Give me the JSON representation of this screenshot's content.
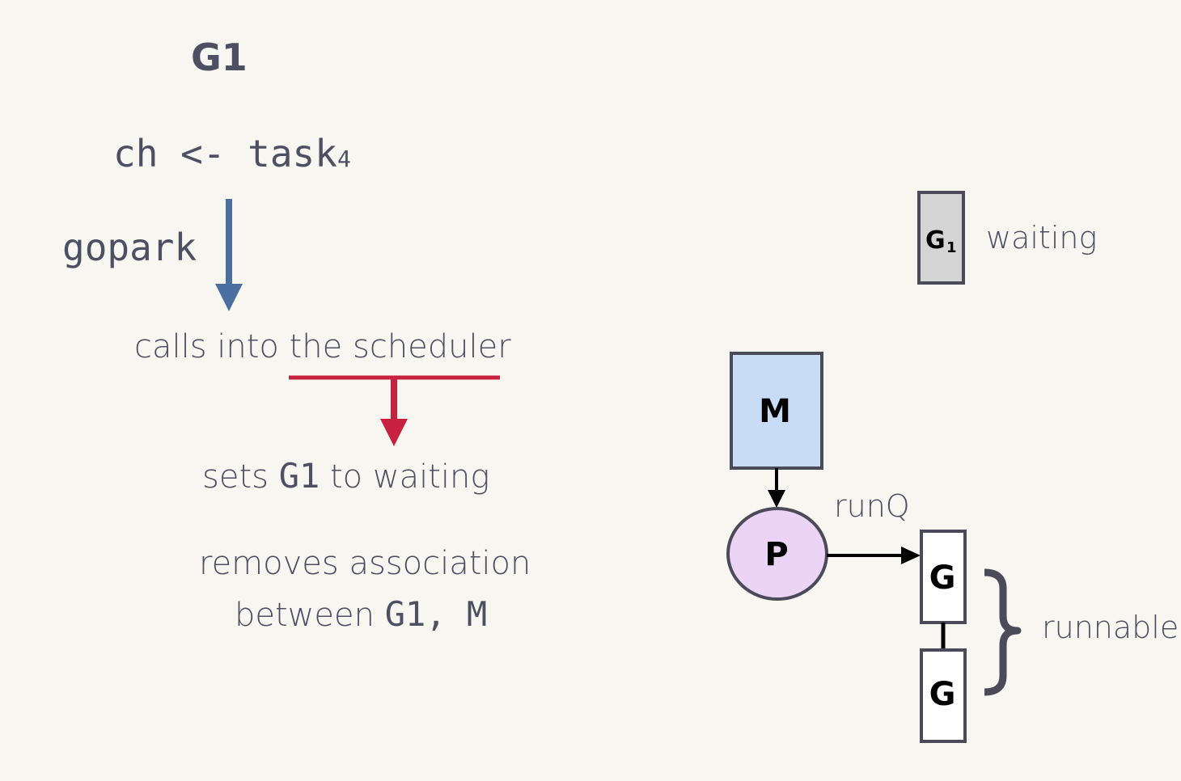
{
  "title": "G1",
  "code": {
    "prefix": "ch <- task",
    "subscript": "4"
  },
  "gopark": "gopark",
  "calls_into": "calls into the scheduler",
  "sets": {
    "before": "sets ",
    "g": "G1",
    "after": " to waiting"
  },
  "removes": {
    "line1": "removes association",
    "line2_prefix": "between ",
    "line2_code": "G1, M"
  },
  "diagram": {
    "waiting_g": {
      "letter": "G",
      "subscript": "1"
    },
    "waiting_label": "waiting",
    "m_label": "M",
    "p_label": "P",
    "runq_label": "runQ",
    "queue": [
      "G",
      "G"
    ],
    "runnable_label": "runnable"
  },
  "colors": {
    "text": "#4d4f63",
    "gopark_arrow": "#4a6fa0",
    "scheduler_arrow": "#c8203f",
    "m_fill": "#c8dcf6",
    "p_fill": "#ecd4f6",
    "waiting_fill": "#d4d4d4",
    "border": "#4a4a58"
  }
}
